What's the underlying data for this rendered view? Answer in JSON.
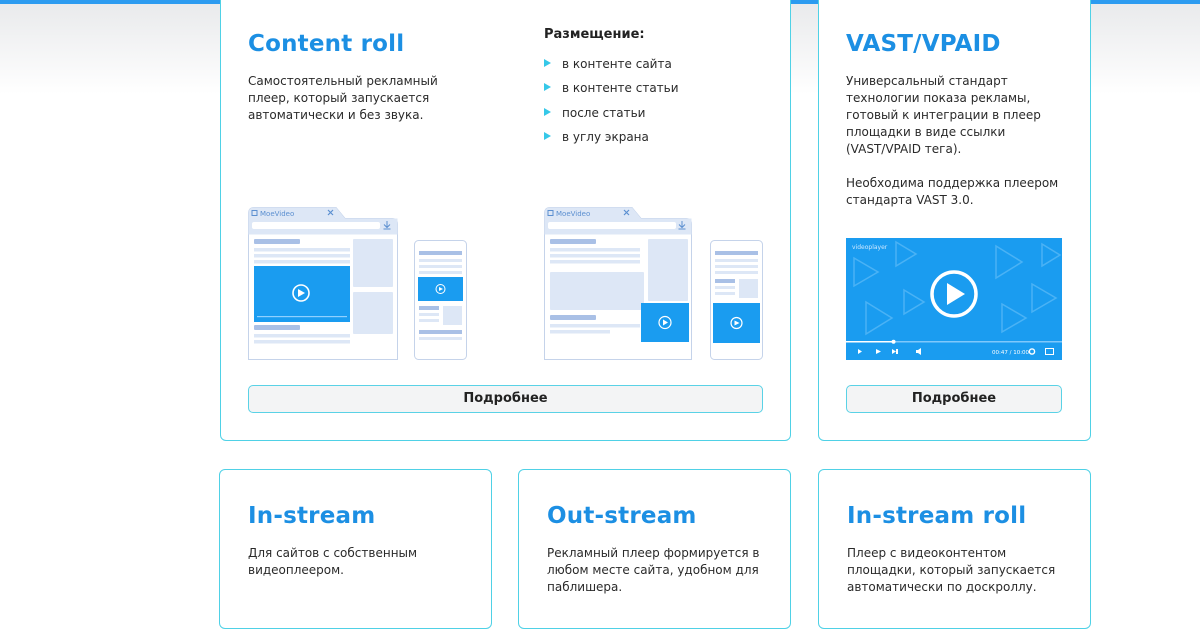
{
  "cards": {
    "content_roll": {
      "title": "Content roll",
      "description": "Самостоятельный рекламный плеер, который запускается автоматически и без звука.",
      "placement_title": "Размещение:",
      "placement_items": [
        "в контенте сайта",
        "в контенте статьи",
        "после статьи",
        "в углу экрана"
      ],
      "browser_label_1": "MoeVideo",
      "browser_label_2": "MoeVideo",
      "button_label": "Подробнее"
    },
    "vast_vpaid": {
      "title": "VAST/VPAID",
      "description_1": "Универсальный стандарт технологии показа рекламы, готовый к интеграции в плеер площадки в виде ссылки (VAST/VPAID тега).",
      "description_2": "Необходима поддержка плеером стандарта VAST 3.0.",
      "player_label": "videoplayer",
      "player_time": "00:47 / 10:00",
      "player_progress": 0.22,
      "button_label": "Подробнее"
    },
    "in_stream": {
      "title": "In-stream",
      "description": "Для сайтов с собственным видеоплеером."
    },
    "out_stream": {
      "title": "Out-stream",
      "description": "Рекламный плеер формируется в любом месте сайта, удобном для паблишера."
    },
    "in_stream_roll": {
      "title": "In-stream roll",
      "description": "Плеер с видеоконтентом площадки, который запускается автоматически по доскроллу."
    }
  },
  "colors": {
    "accent": "#1c8fe3",
    "border": "#4fd1e6",
    "video_blue": "#1a9cf0",
    "placeholder": "#a9c0e6",
    "top_bar": "#2c9bf0"
  },
  "icons": [
    "play-icon",
    "close-icon",
    "download-icon",
    "fullscreen-icon",
    "settings-icon",
    "volume-icon",
    "triangle-bullet-icon"
  ]
}
